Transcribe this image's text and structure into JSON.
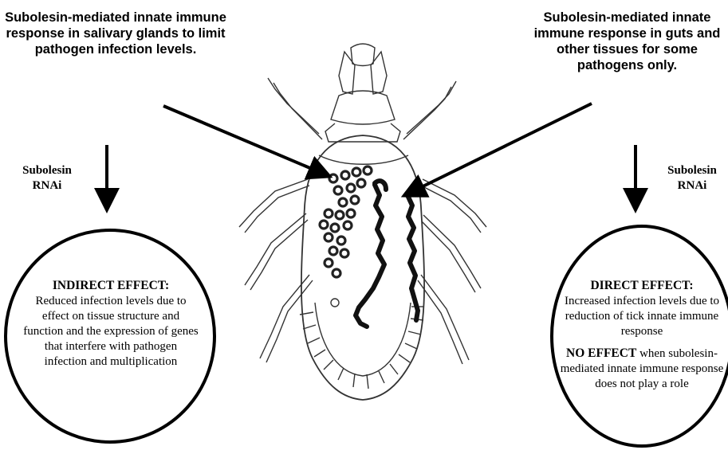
{
  "left_heading": "Subolesin-mediated innate immune response in salivary glands to limit pathogen infection levels.",
  "right_heading": "Subolesin-mediated innate immune response in guts and other tissues for some pathogens only.",
  "left_rnai": "Subolesin RNAi",
  "right_rnai": "Subolesin RNAi",
  "indirect_effect": {
    "title": "INDIRECT EFFECT:",
    "body": "Reduced infection levels due to effect on tissue structure and function and the expression of genes that interfere with pathogen infection and multiplication"
  },
  "direct_effect": {
    "title": "DIRECT EFFECT:",
    "body": "Increased infection levels due to reduction of tick innate immune response"
  },
  "no_effect": {
    "title": "NO EFFECT",
    "body": "when subolesin-mediated innate immune response does not play a role"
  }
}
